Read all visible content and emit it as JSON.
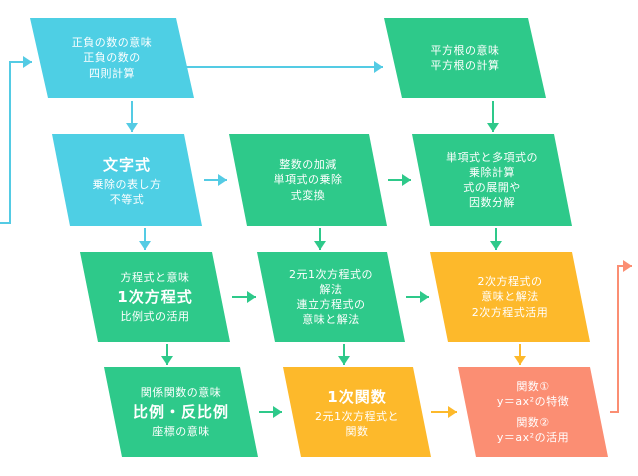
{
  "colors": {
    "cyan": "#4ecfe4",
    "green": "#2ec98a",
    "yellow": "#fdb92b",
    "salmon": "#fb8e73",
    "arrow_cyan": "#54cbe4",
    "arrow_green": "#2ec98a",
    "arrow_yellow": "#fdb92b",
    "arrow_salmon": "#fb8e73"
  },
  "nodes": {
    "positive_negative": {
      "line1": "正負の数の意味",
      "line2": "正負の数の",
      "line3": "四則計算"
    },
    "square_root": {
      "line1": "平方根の意味",
      "line2": "平方根の計算"
    },
    "variable_expressions": {
      "title": "文字式",
      "line1": "乗除の表し方",
      "line2": "不等式"
    },
    "integer_operations": {
      "line1": "整数の加減",
      "line2": "単項式の乗除",
      "line3": "式変換"
    },
    "polynomial_operations": {
      "line1": "単項式と多項式の",
      "line2": "乗除計算",
      "line3": "式の展開や",
      "line4": "因数分解"
    },
    "linear_equation": {
      "line1": "方程式と意味",
      "title": "1次方程式",
      "line2": "比例式の活用"
    },
    "simultaneous_equations": {
      "line1": "2元1次方程式の",
      "line2": "解法",
      "line3": "連立方程式の",
      "line4": "意味と解法"
    },
    "quadratic_equation": {
      "line1": "2次方程式の",
      "line2": "意味と解法",
      "line3": "2次方程式活用"
    },
    "proportion": {
      "line1": "関係関数の意味",
      "title": "比例・反比例",
      "line2": "座標の意味"
    },
    "linear_function": {
      "title": "1次関数",
      "line1": "2元1次方程式と",
      "line2": "関数"
    },
    "quadratic_function": {
      "line1": "関数①",
      "line2": "y＝ax²の特徴",
      "line3": "関数②",
      "line4": "y＝ax²の活用"
    }
  }
}
